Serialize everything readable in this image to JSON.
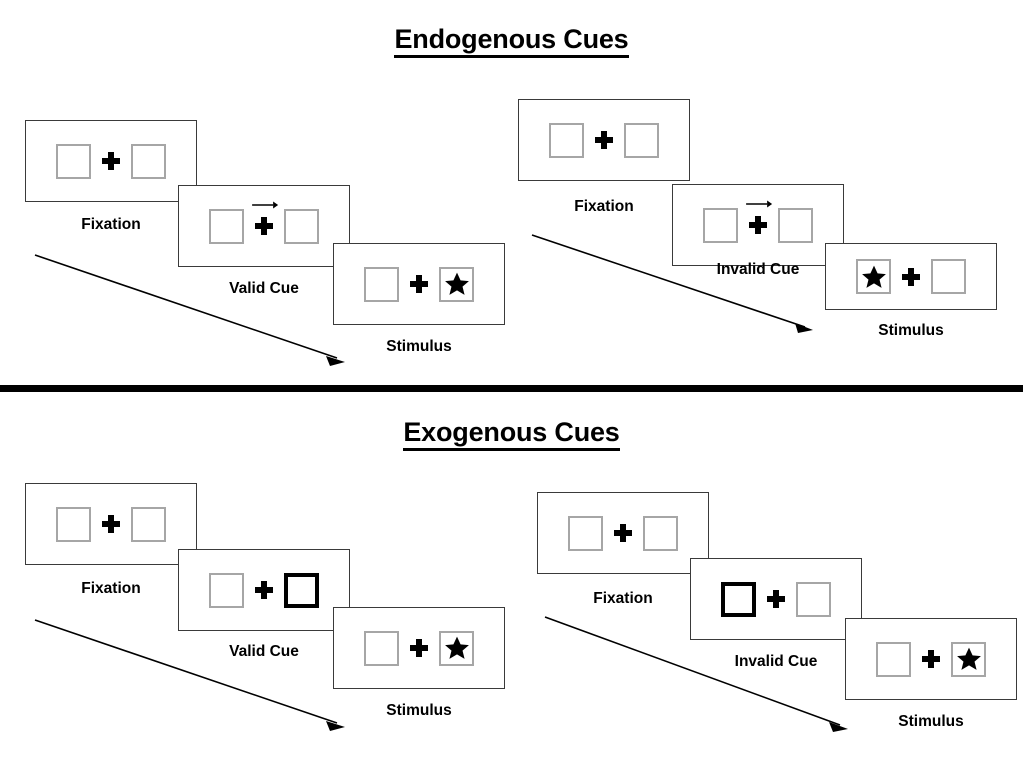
{
  "sections": [
    {
      "id": "endogenous",
      "title": "Endogenous Cues",
      "conditions": [
        {
          "id": "endogenous-valid",
          "cue_label": "Valid Cue",
          "panels": [
            {
              "caption": "Fixation",
              "left_box": "empty",
              "right_box": "empty",
              "arrow_cue": "none"
            },
            {
              "caption": "Valid Cue",
              "left_box": "empty",
              "right_box": "empty",
              "arrow_cue": "right"
            },
            {
              "caption": "Stimulus",
              "left_box": "empty",
              "right_box": "star",
              "arrow_cue": "none"
            }
          ]
        },
        {
          "id": "endogenous-invalid",
          "cue_label": "Invalid Cue",
          "panels": [
            {
              "caption": "Fixation",
              "left_box": "empty",
              "right_box": "empty",
              "arrow_cue": "none"
            },
            {
              "caption": "Invalid Cue",
              "left_box": "empty",
              "right_box": "empty",
              "arrow_cue": "right"
            },
            {
              "caption": "Stimulus",
              "left_box": "star",
              "right_box": "empty",
              "arrow_cue": "none"
            }
          ]
        }
      ]
    },
    {
      "id": "exogenous",
      "title": "Exogenous Cues",
      "conditions": [
        {
          "id": "exogenous-valid",
          "cue_label": "Valid Cue",
          "panels": [
            {
              "caption": "Fixation",
              "left_box": "empty",
              "right_box": "empty",
              "arrow_cue": "none"
            },
            {
              "caption": "Valid Cue",
              "left_box": "empty",
              "right_box": "cued",
              "arrow_cue": "none"
            },
            {
              "caption": "Stimulus",
              "left_box": "empty",
              "right_box": "star",
              "arrow_cue": "none"
            }
          ]
        },
        {
          "id": "exogenous-invalid",
          "cue_label": "Invalid Cue",
          "panels": [
            {
              "caption": "Fixation",
              "left_box": "empty",
              "right_box": "empty",
              "arrow_cue": "none"
            },
            {
              "caption": "Invalid Cue",
              "left_box": "cued",
              "right_box": "empty",
              "arrow_cue": "none"
            },
            {
              "caption": "Stimulus",
              "left_box": "empty",
              "right_box": "star",
              "arrow_cue": "none"
            }
          ]
        }
      ]
    }
  ],
  "colors": {
    "box_border": "#a6a6a6",
    "cued_box_border": "#000000",
    "panel_border": "#3a3a3a",
    "ink": "#000000",
    "background": "#ffffff"
  },
  "icons": {
    "fixation_cross": "plus-icon",
    "cue_arrow": "arrow-right-icon",
    "target": "star-icon",
    "time_flow": "diagonal-arrow-icon"
  }
}
